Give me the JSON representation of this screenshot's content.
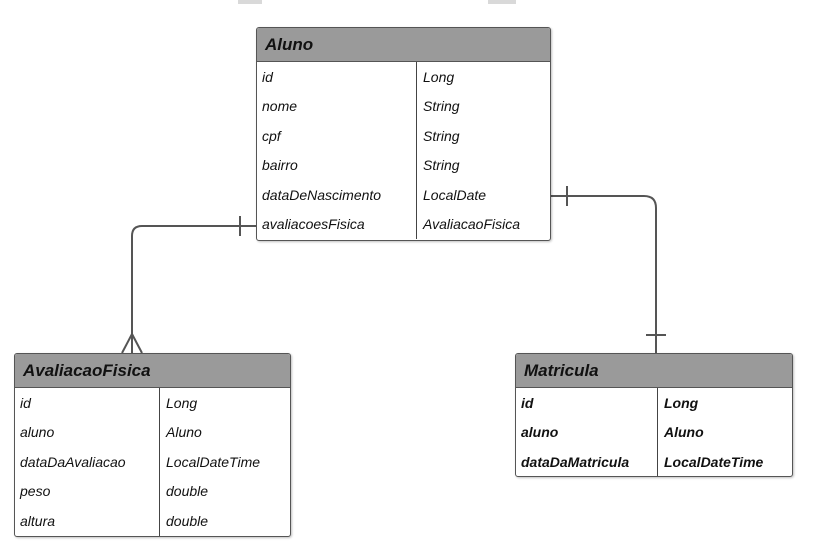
{
  "entities": {
    "aluno": {
      "title": "Aluno",
      "fields": [
        {
          "name": "id",
          "type": "Long"
        },
        {
          "name": "nome",
          "type": "String"
        },
        {
          "name": "cpf",
          "type": "String"
        },
        {
          "name": "bairro",
          "type": "String"
        },
        {
          "name": "dataDeNascimento",
          "type": "LocalDate"
        },
        {
          "name": "avaliacoesFisica",
          "type": "AvaliacaoFisica"
        }
      ]
    },
    "avaliacao_fisica": {
      "title": "AvaliacaoFisica",
      "fields": [
        {
          "name": "id",
          "type": "Long"
        },
        {
          "name": "aluno",
          "type": "Aluno"
        },
        {
          "name": "dataDaAvaliacao",
          "type": "LocalDateTime"
        },
        {
          "name": "peso",
          "type": "double"
        },
        {
          "name": "altura",
          "type": "double"
        }
      ]
    },
    "matricula": {
      "title": "Matricula",
      "fields": [
        {
          "name": "id",
          "type": "Long"
        },
        {
          "name": "aluno",
          "type": "Aluno"
        },
        {
          "name": "dataDaMatricula",
          "type": "LocalDateTime"
        }
      ]
    }
  },
  "relationships": [
    {
      "from": "Aluno",
      "to": "AvaliacaoFisica",
      "from_end": "one",
      "to_end": "many"
    },
    {
      "from": "Aluno",
      "to": "Matricula",
      "from_end": "one",
      "to_end": "one"
    }
  ]
}
